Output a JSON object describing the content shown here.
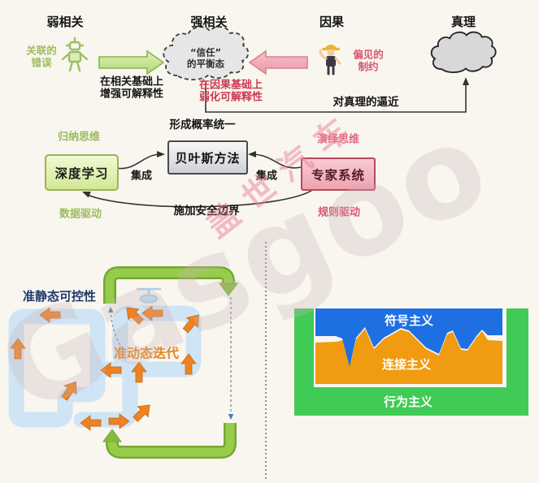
{
  "watermark": {
    "cn": "盖世汽车",
    "en": "Gasgoo"
  },
  "top": {
    "headers": [
      "弱相关",
      "强相关",
      "因果",
      "真理"
    ],
    "association_error": "关联的\n错误",
    "bias_constraint": "偏见的\n制约",
    "enhance_note": "在相关基础上\n增强可解释性",
    "weaken_note": "在因果基础上\n弱化可解释性",
    "trust_cloud": "“信任”\n的平衡态",
    "approach_truth": "对真理的逼近"
  },
  "middle": {
    "inductive": "归纳思维",
    "prob_unify": "形成概率统一",
    "deductive": "演绎思维",
    "deep_learning": "深度学习",
    "bayes": "贝叶斯方法",
    "expert": "专家系统",
    "integrate_left": "集成",
    "integrate_right": "集成",
    "data_driven": "数据驱动",
    "safety": "施加安全边界",
    "rule_driven": "规则驱动"
  },
  "bottom_left": {
    "quasi_static": "准静态可控性",
    "quasi_dynamic": "准动态迭代"
  },
  "bottom_right": {
    "symbolism": "符号主义",
    "connectionism": "连接主义",
    "behaviorism": "行为主义"
  },
  "icons": {
    "robot": "robot-icon",
    "worker": "worker-icon",
    "drone": "drone-icon",
    "trust": "cloud-icon",
    "truth": "cloud-icon"
  },
  "colors": {
    "green_accent": "#8cc63f",
    "pink_accent": "#e8687c",
    "light_green_text": "#9cbc5e",
    "crimson_text": "#cc3a50",
    "navy_text": "#1e3a6e",
    "orange_text": "#e8851c",
    "pipe_blue": "#cfe4f5",
    "arrow_orange": "#ee8122",
    "panel_green": "#3fcb55",
    "panel_orange": "#f09b12",
    "panel_blue": "#1e6fe2"
  }
}
